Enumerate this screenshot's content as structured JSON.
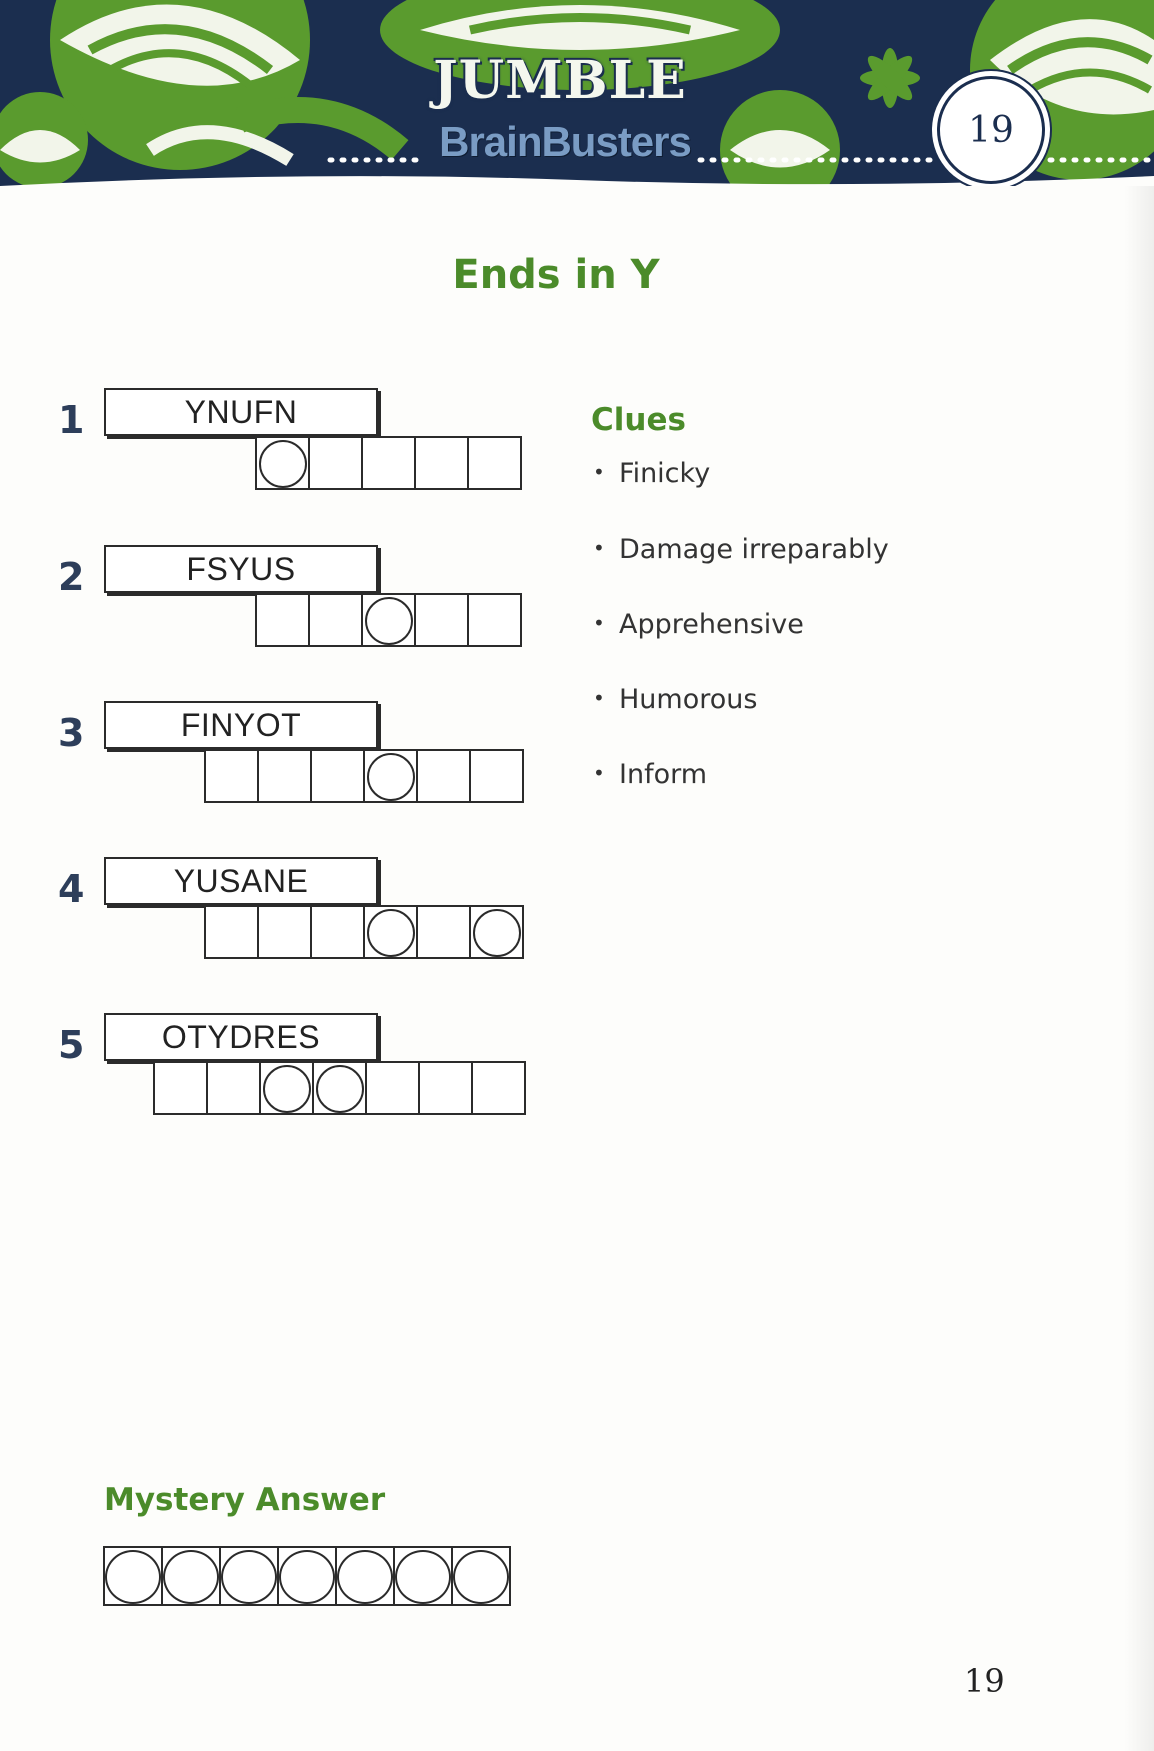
{
  "header": {
    "logo_line1": "JUMBLE",
    "logo_line2": "BrainBusters",
    "page_badge": "19"
  },
  "title": "Ends in Y",
  "puzzles": [
    {
      "number": "1",
      "scramble": "YNUFN",
      "box_count": 5,
      "circled": [
        0
      ]
    },
    {
      "number": "2",
      "scramble": "FSYUS",
      "box_count": 5,
      "circled": [
        2
      ]
    },
    {
      "number": "3",
      "scramble": "FINYOT",
      "box_count": 6,
      "circled": [
        3
      ]
    },
    {
      "number": "4",
      "scramble": "YUSANE",
      "box_count": 6,
      "circled": [
        3,
        5
      ]
    },
    {
      "number": "5",
      "scramble": "OTYDRES",
      "box_count": 7,
      "circled": [
        2,
        3
      ]
    }
  ],
  "clues": {
    "title": "Clues",
    "bullet": "•",
    "items": [
      "Finicky",
      "Damage irreparably",
      "Apprehensive",
      "Humorous",
      "Inform"
    ]
  },
  "mystery": {
    "title": "Mystery Answer",
    "circle_count": 7
  },
  "footer": {
    "page_number": "19"
  },
  "colors": {
    "accent_green": "#4b8b2a",
    "navy": "#1b2e4f"
  }
}
